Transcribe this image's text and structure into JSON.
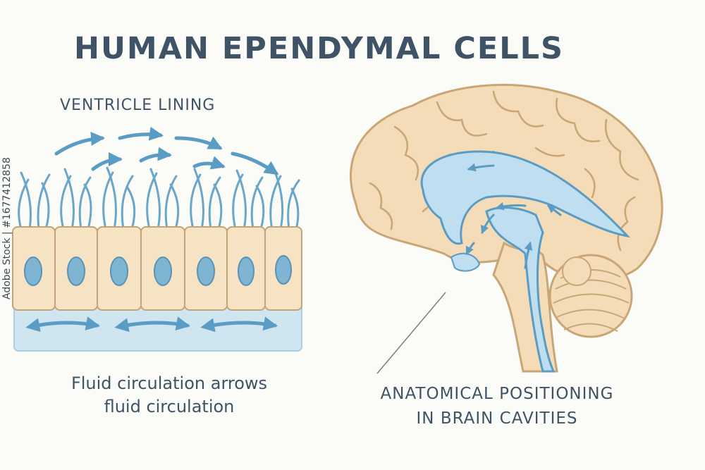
{
  "title": "HUMAN EPENDYMAL CELLS",
  "left_panel": {
    "heading": "VENTRICLE LINING",
    "caption_line1": "Fluid circulation arrows",
    "caption_line2": "fluid circulation"
  },
  "right_panel": {
    "caption_line1": "ANATOMICAL POSITIONING",
    "caption_line2": "IN BRAIN CAVITIES"
  },
  "watermark": "Adobe Stock | #1677412858",
  "colors": {
    "text": "#3f5366",
    "cell_fill": "#f6e3c4",
    "cell_stroke": "#c4a47a",
    "nucleus": "#7fb5d3",
    "cilia": "#6aa6c9",
    "fluid": "#cfe5f0",
    "arrow": "#5a9cc4",
    "brain": "#f4dcb8",
    "brain_stroke": "#c9a676"
  },
  "icons": [
    "flow-arrow-icon",
    "bidirectional-arrow-icon",
    "ventricle-arrow-icon"
  ]
}
